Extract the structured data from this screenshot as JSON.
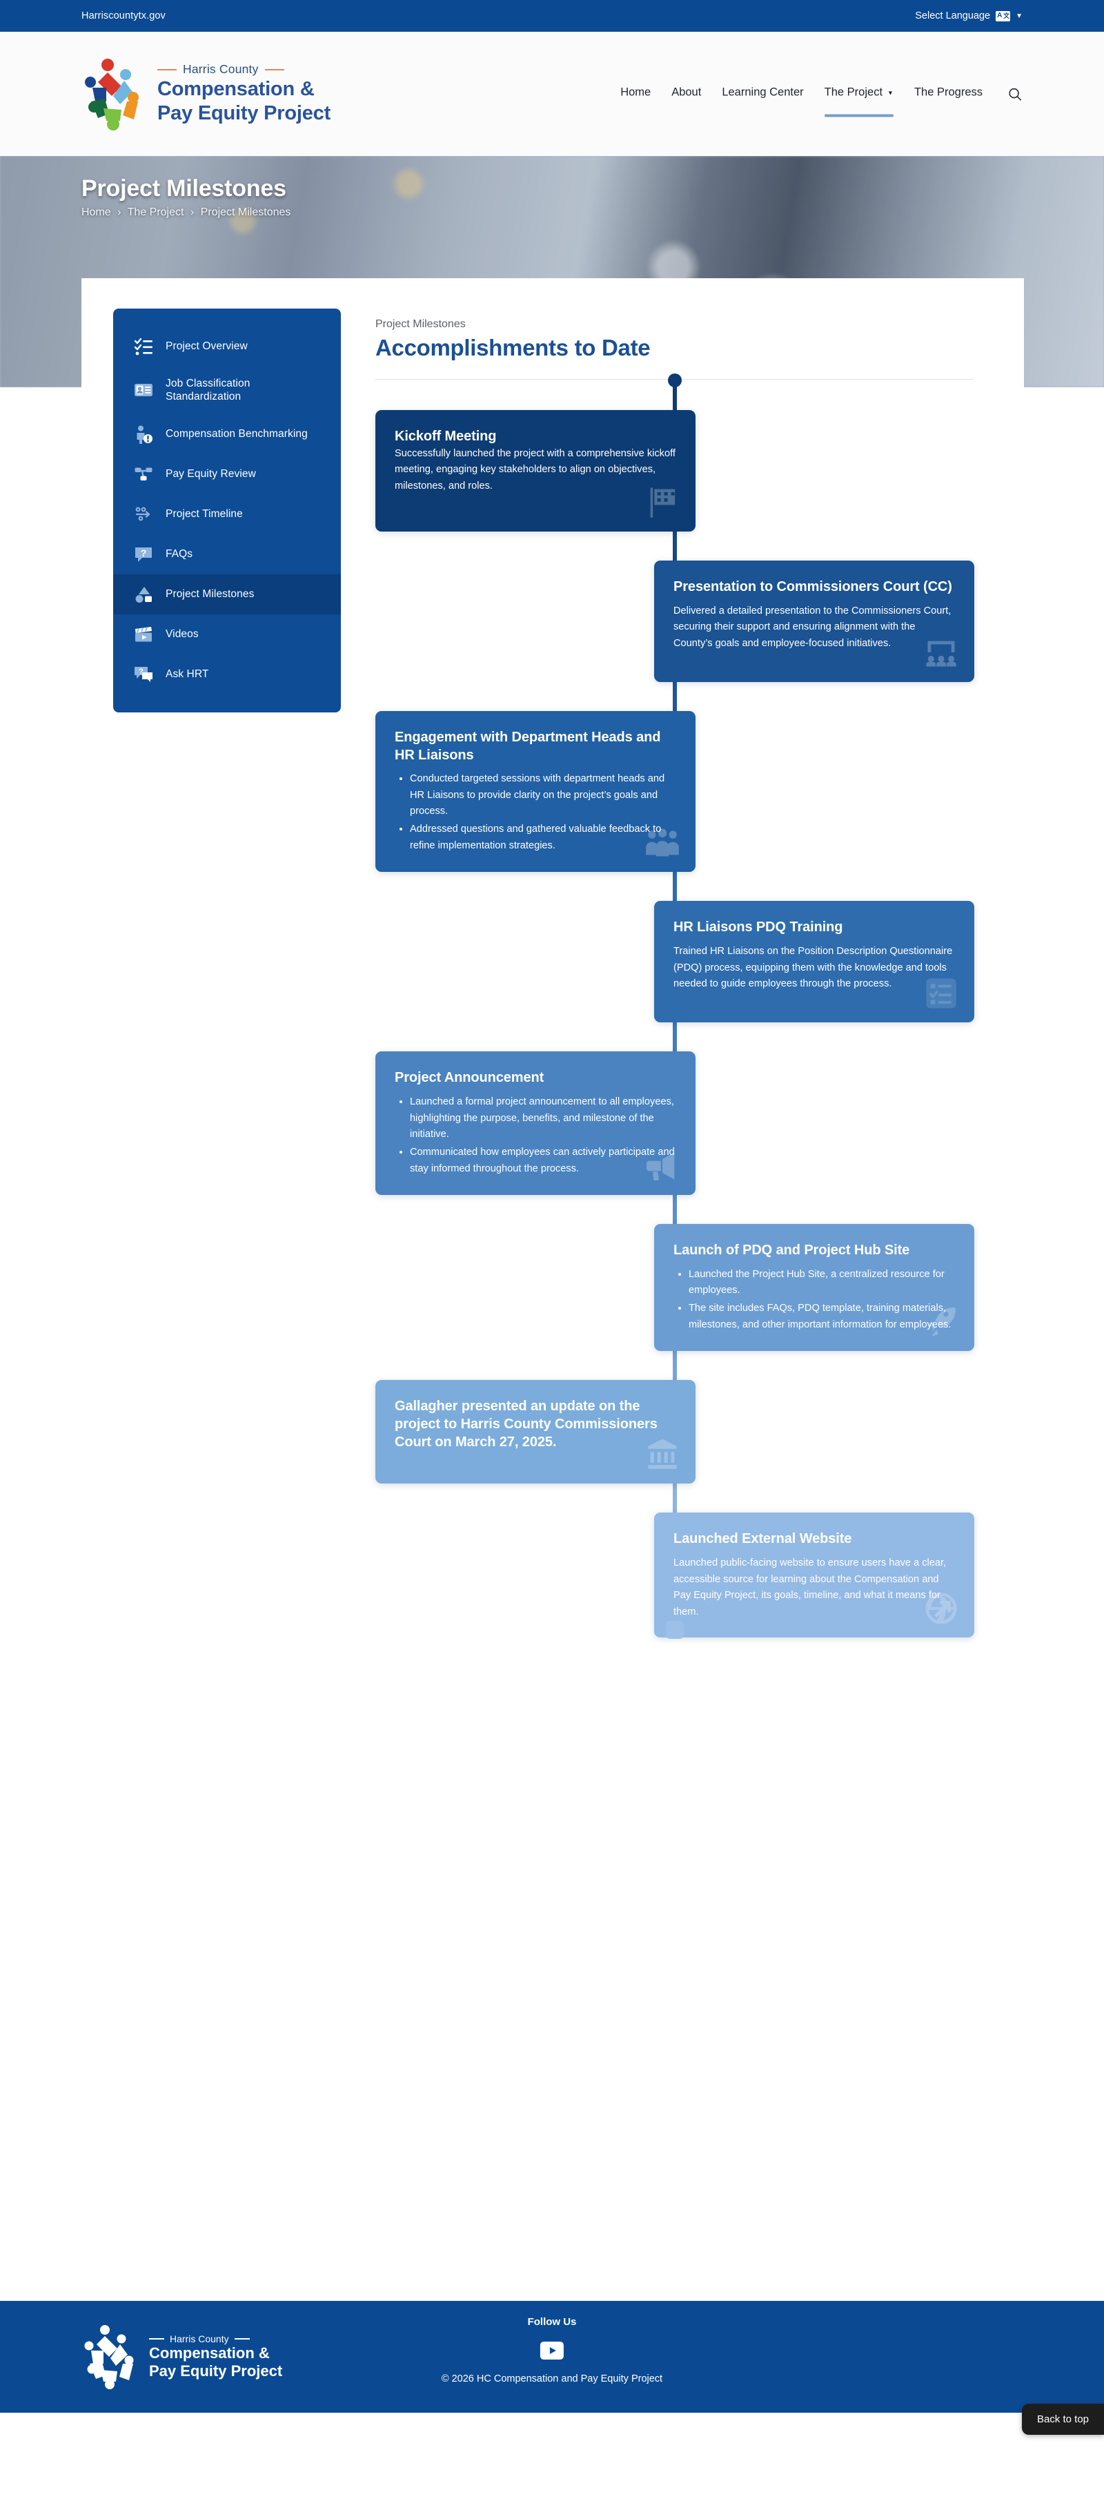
{
  "topbar": {
    "site_link": "Harriscountytx.gov",
    "language_label": "Select Language",
    "language_icon": "translate-icon",
    "caret_icon": "chevron-down-icon"
  },
  "header": {
    "brand_eyebrow": "Harris County",
    "brand_line1": "Compensation &",
    "brand_line2": "Pay Equity Project",
    "nav": [
      {
        "label": "Home",
        "active": false,
        "has_caret": false
      },
      {
        "label": "About",
        "active": false,
        "has_caret": false
      },
      {
        "label": "Learning Center",
        "active": false,
        "has_caret": false
      },
      {
        "label": "The Project",
        "active": true,
        "has_caret": true
      },
      {
        "label": "The Progress",
        "active": false,
        "has_caret": false
      }
    ],
    "search_icon": "search-icon"
  },
  "hero": {
    "title": "Project Milestones",
    "breadcrumb": [
      "Home",
      "The Project",
      "Project Milestones"
    ],
    "breadcrumb_separator": "›"
  },
  "sidebar": {
    "items": [
      {
        "label": "Project Overview",
        "icon": "checklist-icon",
        "active": false
      },
      {
        "label": "Job Classification Standardization",
        "icon": "id-card-icon",
        "active": false
      },
      {
        "label": "Compensation Benchmarking",
        "icon": "person-alert-icon",
        "active": false
      },
      {
        "label": "Pay Equity Review",
        "icon": "network-icon",
        "active": false
      },
      {
        "label": "Project Timeline",
        "icon": "timeline-icon",
        "active": false
      },
      {
        "label": "FAQs",
        "icon": "question-bubble-icon",
        "active": false
      },
      {
        "label": "Project Milestones",
        "icon": "shapes-icon",
        "active": true
      },
      {
        "label": "Videos",
        "icon": "clapperboard-icon",
        "active": false
      },
      {
        "label": "Ask HRT",
        "icon": "chat-help-icon",
        "active": false
      }
    ]
  },
  "main": {
    "eyebrow": "Project Milestones",
    "heading": "Accomplishments to Date"
  },
  "timeline": {
    "start_marker": "timeline-start-dot",
    "end_marker": "timeline-end-square",
    "milestones": [
      {
        "side": "left",
        "color": "#0c3c73",
        "title": "Kickoff Meeting",
        "body": "Successfully launched the project with a comprehensive kickoff meeting, engaging key stakeholders to align on objectives, milestones, and roles.",
        "bullets": [],
        "icon": "checkered-flag-icon"
      },
      {
        "side": "right",
        "color": "#1b5393",
        "title": "Presentation to Commissioners Court (CC)",
        "body": "Delivered a detailed presentation to the Commissioners Court, securing their support and ensuring alignment with the County’s goals and employee-focused initiatives.",
        "bullets": [],
        "icon": "audience-presentation-icon"
      },
      {
        "side": "left",
        "color": "#2160a4",
        "title": "Engagement with Department Heads and HR Liaisons",
        "body": "",
        "bullets": [
          "Conducted targeted sessions with department heads and HR Liaisons to provide clarity on the project’s goals and process.",
          "Addressed questions and gathered valuable feedback to refine implementation strategies."
        ],
        "icon": "people-group-icon"
      },
      {
        "side": "right",
        "color": "#2e6cae",
        "title": "HR Liaisons PDQ Training",
        "body": "Trained HR Liaisons on the Position Description Questionnaire (PDQ) process, equipping them with the knowledge and tools needed to guide employees through the process.",
        "bullets": [],
        "icon": "checklist-clipboard-icon"
      },
      {
        "side": "left",
        "color": "#4a83c0",
        "title": "Project Announcement",
        "body": "",
        "bullets": [
          "Launched a formal project announcement to all employees, highlighting the purpose, benefits, and milestone of the initiative.",
          "Communicated how employees can actively participate and stay informed throughout the process."
        ],
        "icon": "megaphone-icon"
      },
      {
        "side": "right",
        "color": "#6b9dd2",
        "title": "Launch of PDQ and Project Hub Site",
        "body": "",
        "bullets": [
          "Launched the Project Hub Site, a centralized resource for employees.",
          "The site includes FAQs, PDQ template, training materials, milestones, and other important information for employees."
        ],
        "icon": "rocket-icon"
      },
      {
        "side": "left",
        "color": "#7bacdb",
        "title": "Gallagher presented an update on the project to Harris County Commissioners Court on March 27, 2025.",
        "body": "",
        "bullets": [],
        "icon": "government-building-icon"
      },
      {
        "side": "right",
        "color": "#93b9e5",
        "title": "Launched External Website",
        "body": "Launched public-facing website to ensure users have a clear, accessible source for learning about the Compensation and Pay Equity Project, its goals, timeline, and what it means for them.",
        "bullets": [],
        "icon": "globe-arrow-icon"
      }
    ]
  },
  "footer": {
    "brand_eyebrow": "Harris County",
    "brand_line1": "Compensation &",
    "brand_line2": "Pay Equity Project",
    "follow_label": "Follow Us",
    "social_icon": "youtube-icon",
    "copyright": "© 2026 HC Compensation and Pay Equity Project",
    "back_to_top": "Back to top"
  },
  "colors": {
    "brand_blue": "#0b4a92",
    "sidebar_blue": "#0e4c95",
    "sidebar_active": "#0a3e7c",
    "heading_blue": "#1b5096",
    "accent_rule": "#d98a5f",
    "nav_underline": "#7a9cc6"
  }
}
